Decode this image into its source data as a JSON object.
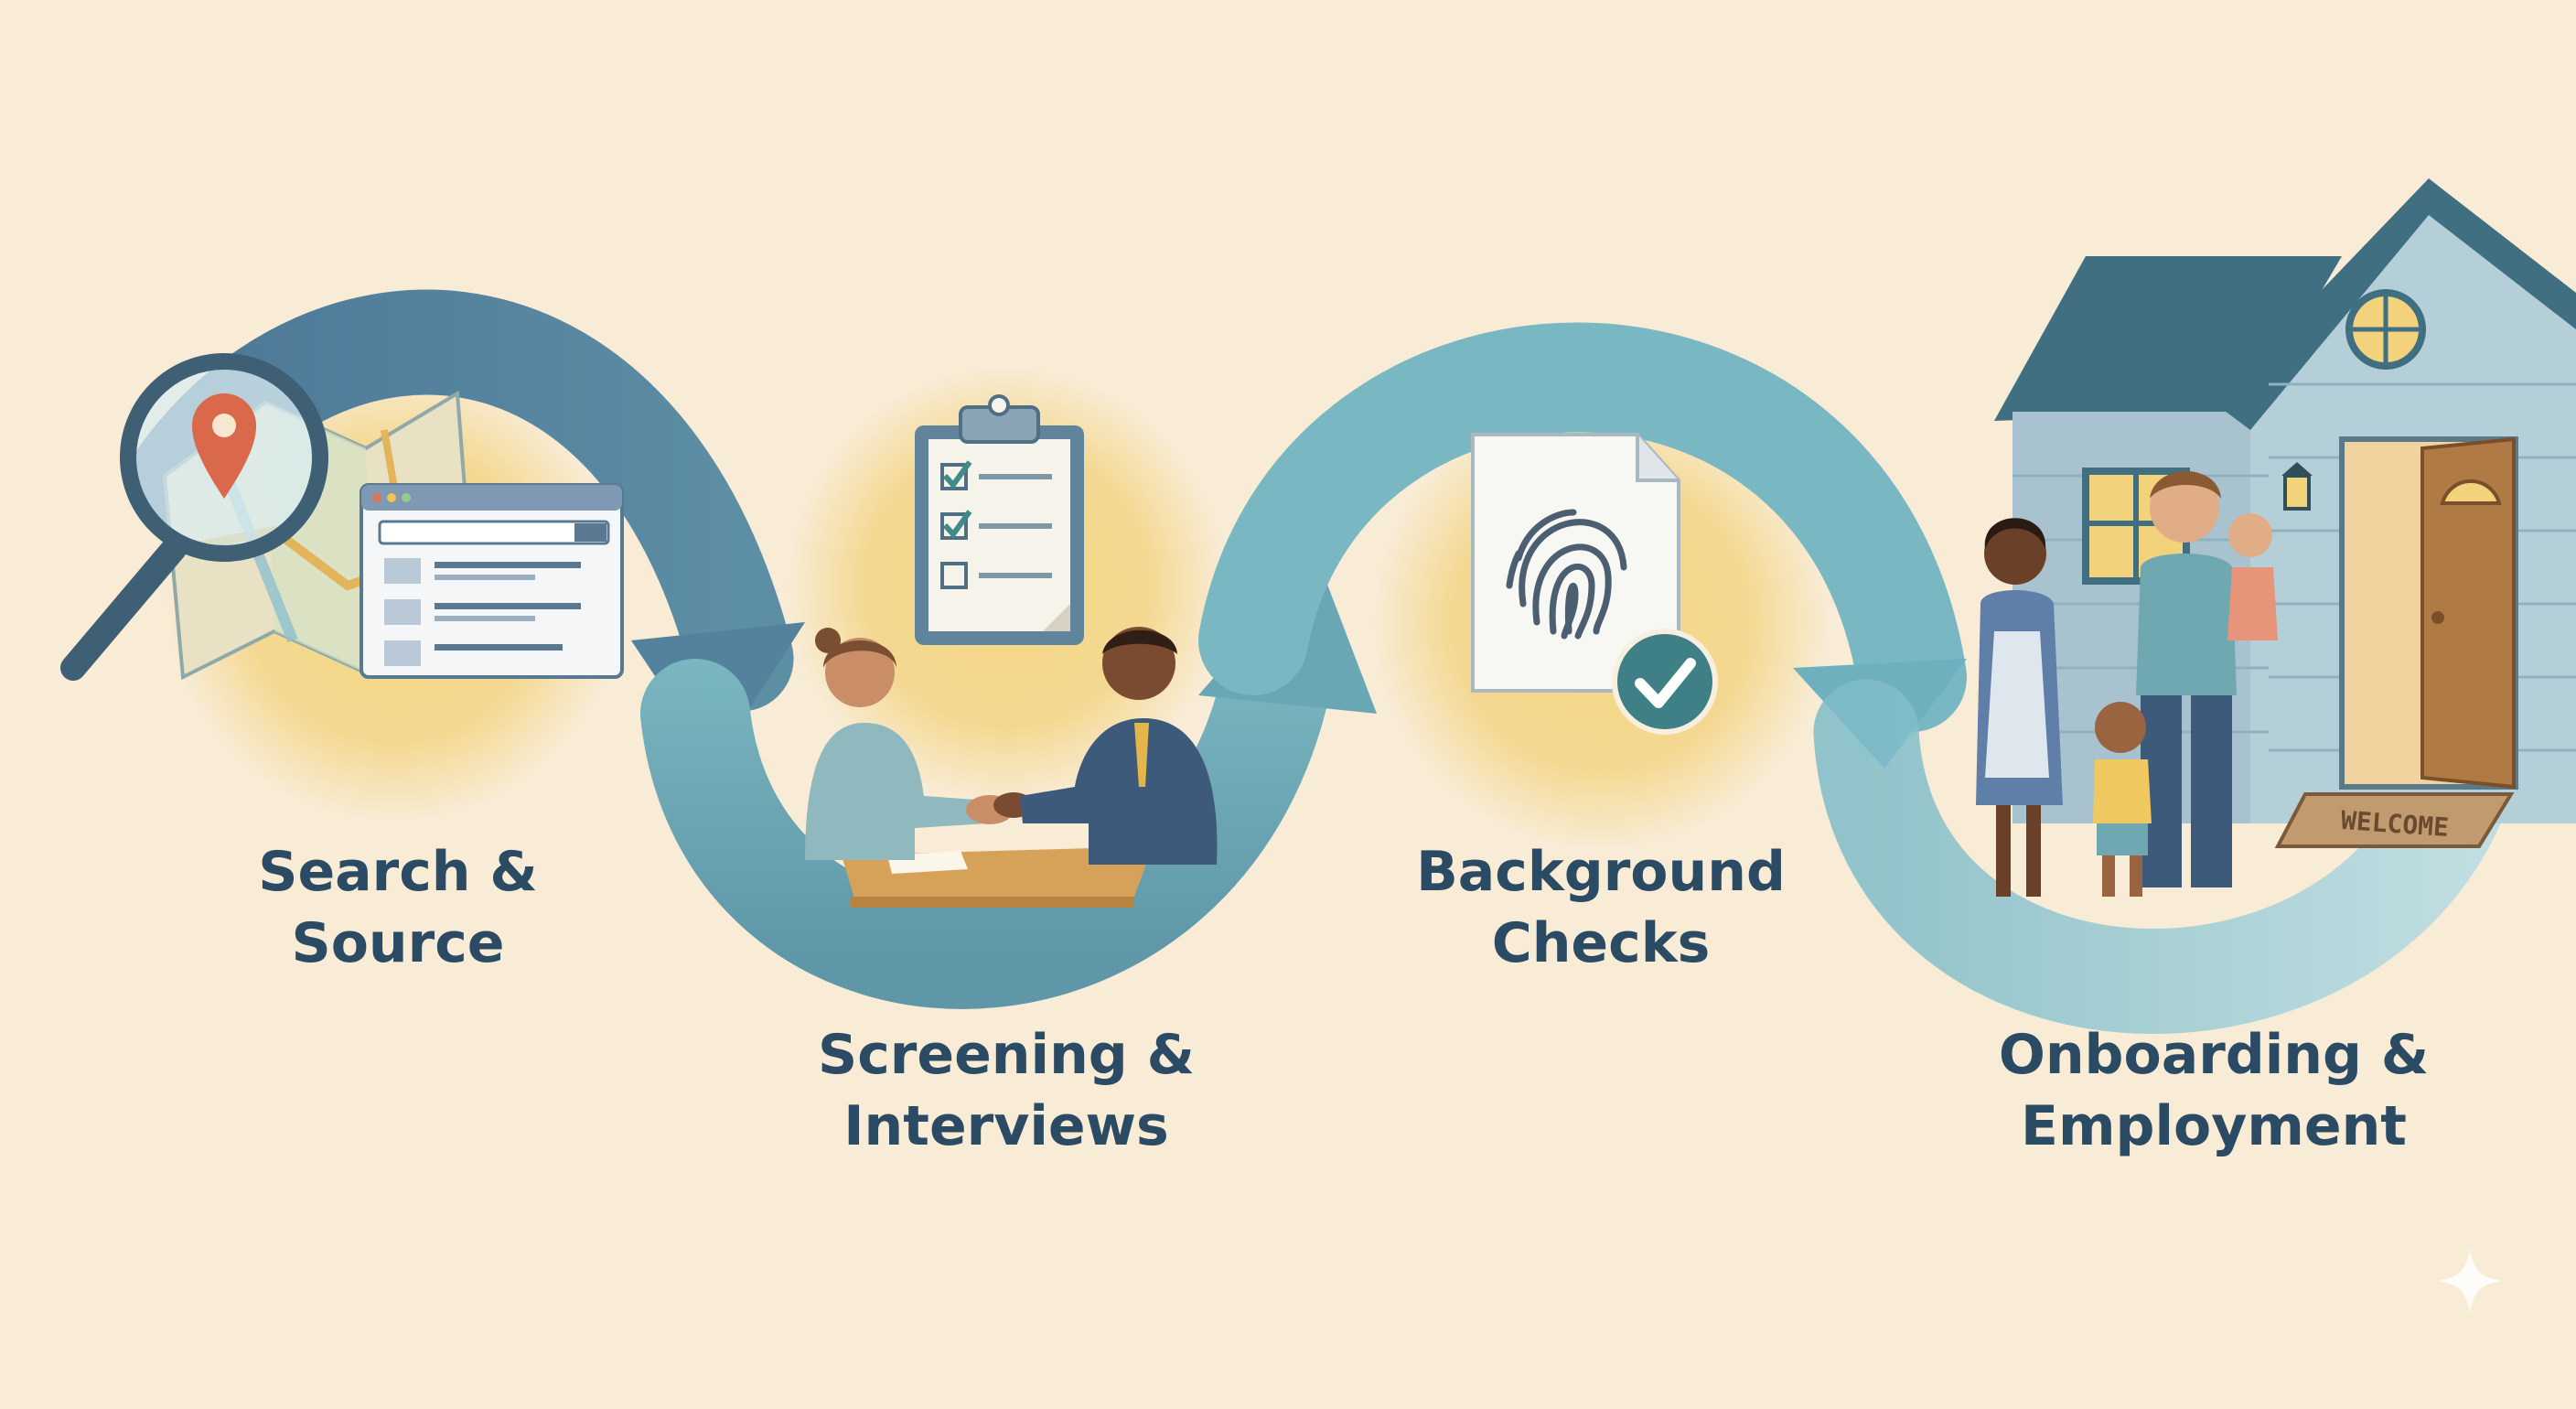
{
  "steps": [
    {
      "id": "search",
      "line1": "Search &",
      "line2": "Source"
    },
    {
      "id": "screening",
      "line1": "Screening &",
      "line2": "Interviews"
    },
    {
      "id": "background",
      "line1": "Background",
      "line2": "Checks"
    },
    {
      "id": "onboarding",
      "line1": "Onboarding &",
      "line2": "Employment"
    }
  ],
  "doormat": {
    "text": "WELCOME"
  },
  "colors": {
    "background": "#f8ecd6",
    "arrow_dark": "#4f7a99",
    "arrow_teal": "#6ea9b6",
    "arrow_light": "#a9d3dc",
    "sun_glow": "#f3d27c",
    "label_text": "#2b4a63",
    "house_wall": "#a8c3cf",
    "house_roof": "#3f6f80"
  },
  "icons": [
    "magnifier-icon",
    "map-pin-icon",
    "map-icon",
    "browser-window-icon",
    "clipboard-checklist-icon",
    "handshake-icon",
    "fingerprint-document-icon",
    "checkmark-badge-icon",
    "house-icon",
    "family-icon",
    "sparkle-icon"
  ]
}
